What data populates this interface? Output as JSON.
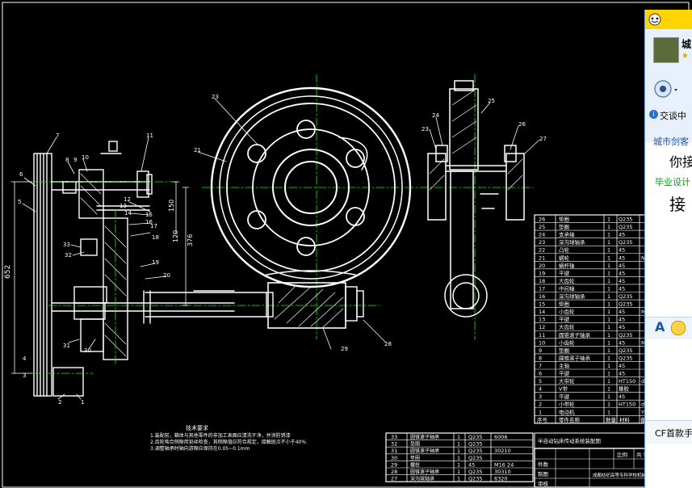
{
  "drawing": {
    "part_numbers": [
      "1",
      "2",
      "3",
      "4",
      "5",
      "6",
      "7",
      "8",
      "9",
      "10",
      "11",
      "12",
      "13",
      "14",
      "15",
      "16",
      "17",
      "18",
      "19",
      "20",
      "21",
      "22",
      "23",
      "24",
      "25",
      "26",
      "27",
      "28",
      "29",
      "30",
      "31",
      "32",
      "33"
    ],
    "dimensions": {
      "d150": "150",
      "d120": "120",
      "d376": "376",
      "d652": "652"
    },
    "tech_title": "技术要求",
    "tech_lines": [
      "1.装配前，箱体与其他零件的非加工表面应清洗干净，并涂防锈漆",
      "2.齿轮啮合侧隙用铅丝检查，其侧隙值应符合规定，接触斑点不小于40%",
      "3.调整轴承时轴向游隙应保持在0.05~0.1mm"
    ],
    "parts_table": [
      {
        "no": "26",
        "name": "垫圈",
        "qty": "1",
        "mat": "Q235",
        "note": ""
      },
      {
        "no": "25",
        "name": "垫圈",
        "qty": "1",
        "mat": "Q235",
        "note": ""
      },
      {
        "no": "24",
        "name": "支承轴",
        "qty": "1",
        "mat": "45",
        "note": ""
      },
      {
        "no": "23",
        "name": "深沟球轴承",
        "qty": "1",
        "mat": "Q235",
        "note": ""
      },
      {
        "no": "22",
        "name": "凸轮",
        "qty": "1",
        "mat": "45",
        "note": ""
      },
      {
        "no": "21",
        "name": "蜗轮",
        "qty": "1",
        "mat": "45",
        "note": "N="
      },
      {
        "no": "20",
        "name": "蜗杆轴",
        "qty": "1",
        "mat": "45",
        "note": ""
      },
      {
        "no": "19",
        "name": "平键",
        "qty": "1",
        "mat": "45",
        "note": ""
      },
      {
        "no": "18",
        "name": "大齿轮",
        "qty": "1",
        "mat": "45",
        "note": ""
      },
      {
        "no": "17",
        "name": "中间轴",
        "qty": "1",
        "mat": "45",
        "note": ""
      },
      {
        "no": "16",
        "name": "深沟球轴承",
        "qty": "1",
        "mat": "Q235",
        "note": ""
      },
      {
        "no": "15",
        "name": "垫圈",
        "qty": "1",
        "mat": "Q235",
        "note": ""
      },
      {
        "no": "14",
        "name": "小齿轮",
        "qty": "1",
        "mat": "45",
        "note": "M="
      },
      {
        "no": "13",
        "name": "平键",
        "qty": "1",
        "mat": "45",
        "note": ""
      },
      {
        "no": "12",
        "name": "大齿轮",
        "qty": "1",
        "mat": "45",
        "note": ""
      },
      {
        "no": "11",
        "name": "圆锥滚子轴承",
        "qty": "1",
        "mat": "Q235",
        "note": ""
      },
      {
        "no": "10",
        "name": "小齿轮",
        "qty": "1",
        "mat": "45",
        "note": "M="
      },
      {
        "no": "9",
        "name": "垫圈",
        "qty": "1",
        "mat": "Q235",
        "note": ""
      },
      {
        "no": "8",
        "name": "圆锥滚子轴承",
        "qty": "1",
        "mat": "Q235",
        "note": ""
      },
      {
        "no": "7",
        "name": "主轴",
        "qty": "1",
        "mat": "45",
        "note": ""
      },
      {
        "no": "6",
        "name": "平键",
        "qty": "1",
        "mat": "45",
        "note": ""
      },
      {
        "no": "5",
        "name": "大带轮",
        "qty": "1",
        "mat": "HT150",
        "note": "d="
      },
      {
        "no": "4",
        "name": "V带",
        "qty": "1",
        "mat": "橡胶",
        "note": ""
      },
      {
        "no": "3",
        "name": "平键",
        "qty": "1",
        "mat": "45",
        "note": ""
      },
      {
        "no": "2",
        "name": "小带轮",
        "qty": "1",
        "mat": "HT150",
        "note": "d="
      },
      {
        "no": "1",
        "name": "电动机",
        "qty": "1",
        "mat": "",
        "note": "Y"
      }
    ],
    "parts_header": {
      "no": "序号",
      "name": "零件名称",
      "qty": "数量",
      "mat": "材料",
      "note": "备注"
    },
    "bottom_table": [
      {
        "no": "33",
        "name": "圆锥滚子轴承",
        "qty": "1",
        "mat": "Q235",
        "code": "6006"
      },
      {
        "no": "32",
        "name": "垫圈",
        "qty": "1",
        "mat": "Q235",
        "code": ""
      },
      {
        "no": "31",
        "name": "圆锥滚子轴承",
        "qty": "1",
        "mat": "Q235",
        "code": "30210"
      },
      {
        "no": "30",
        "name": "垫圈",
        "qty": "1",
        "mat": "Q235",
        "code": ""
      },
      {
        "no": "29",
        "name": "螺栓",
        "qty": "1",
        "mat": "45",
        "code": "M16 24"
      },
      {
        "no": "28",
        "name": "圆锥滚子轴承",
        "qty": "1",
        "mat": "Q235",
        "code": "30310"
      },
      {
        "no": "27",
        "name": "深沟球轴承",
        "qty": "1",
        "mat": "Q235",
        "code": "6320"
      }
    ],
    "title_block": {
      "title": "半自动钻床传动系统装配图",
      "scale_label": "比例",
      "sheet_label": "共 张",
      "qty_label": "件数",
      "drawn_label": "制图",
      "check_label": "审核",
      "school_label": "成都纺织高等专科学校机械大二班"
    }
  },
  "chat_window": {
    "partial_title": "城",
    "exchange_label": "交谈中",
    "status_text": "城市剑客",
    "msg1": "你接",
    "msg2": "毕业设计",
    "msg3": "接",
    "font_a": "A",
    "footer": "CF首款手"
  },
  "colors": {
    "background": "#000000",
    "lines": "#ffffff",
    "centerlines": "#00ff00",
    "chat_bg": "#ffffff",
    "chat_link": "#1a54a6",
    "chat_green": "#00a000",
    "chat_yellow": "#ffd400"
  }
}
